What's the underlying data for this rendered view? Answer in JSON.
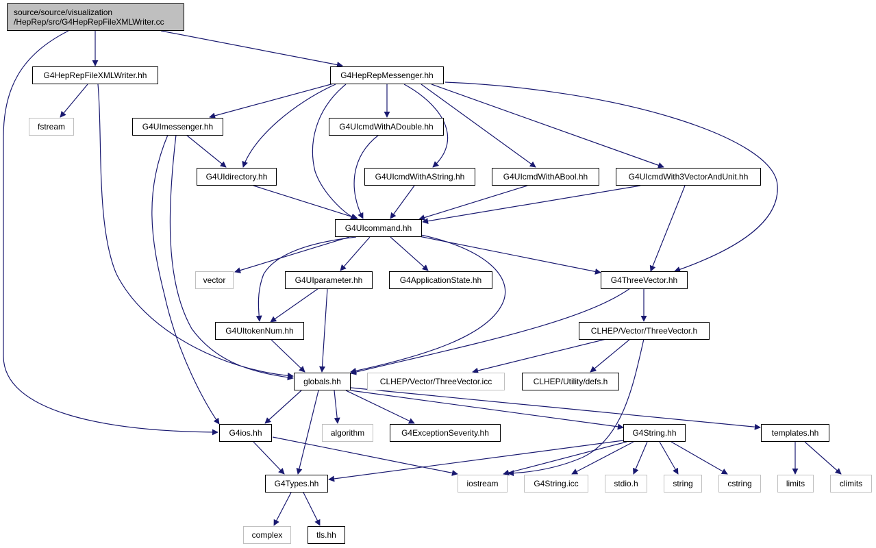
{
  "colors": {
    "edge": "#191970",
    "node_border": "#000000",
    "external_border": "#bfbfbf",
    "root_fill": "#bfbfbf"
  },
  "root": {
    "line1": "source/source/visualization",
    "line2": "/HepRep/src/G4HepRepFileXMLWriter.cc"
  },
  "nodes": {
    "hepRepFileXMLWriterHh": "G4HepRepFileXMLWriter.hh",
    "hepRepMessengerHh": "G4HepRepMessenger.hh",
    "fstream": "fstream",
    "uiMessengerHh": "G4UImessenger.hh",
    "uiCmdWithADoubleHh": "G4UIcmdWithADouble.hh",
    "uiDirectoryHh": "G4UIdirectory.hh",
    "uiCmdWithAStringHh": "G4UIcmdWithAString.hh",
    "uiCmdWithABoolHh": "G4UIcmdWithABool.hh",
    "uiCmdWith3VectorAndUnitHh": "G4UIcmdWith3VectorAndUnit.hh",
    "uiCommandHh": "G4UIcommand.hh",
    "vector": "vector",
    "uiParameterHh": "G4UIparameter.hh",
    "applicationStateHh": "G4ApplicationState.hh",
    "threeVectorHh": "G4ThreeVector.hh",
    "uiTokenNumHh": "G4UItokenNum.hh",
    "clhepThreeVectorH": "CLHEP/Vector/ThreeVector.h",
    "globalsHh": "globals.hh",
    "clhepThreeVectorIcc": "CLHEP/Vector/ThreeVector.icc",
    "clhepDefsH": "CLHEP/Utility/defs.h",
    "iosHh": "G4ios.hh",
    "algorithm": "algorithm",
    "exceptionSeverityHh": "G4ExceptionSeverity.hh",
    "stringHh": "G4String.hh",
    "templatesHh": "templates.hh",
    "typesHh": "G4Types.hh",
    "iostream": "iostream",
    "stringIcc": "G4String.icc",
    "stdioH": "stdio.h",
    "string": "string",
    "cstring": "cstring",
    "limits": "limits",
    "climits": "climits",
    "complex": "complex",
    "tlsHh": "tls.hh"
  }
}
